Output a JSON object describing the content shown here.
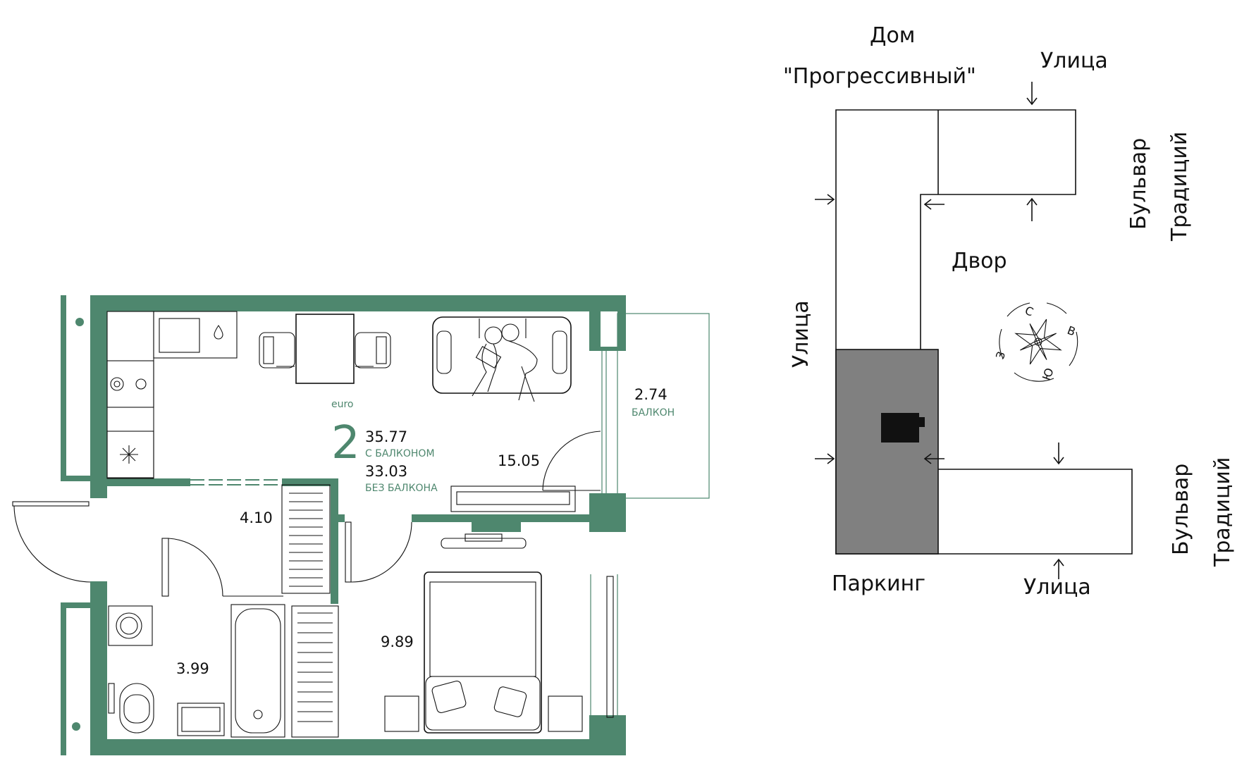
{
  "colors": {
    "wall": "#4e876e",
    "accent_text": "#4e876e",
    "parking": "#808080",
    "line": "#111111"
  },
  "plan": {
    "type_label": "euro",
    "rooms_count": "2",
    "area_with_balcony": "35.77",
    "area_with_balcony_caption": "С БАЛКОНОМ",
    "area_without_balcony": "33.03",
    "area_without_balcony_caption": "БЕЗ БАЛКОНА",
    "rooms": {
      "balcony_area": "2.74",
      "balcony_caption": "БАЛКОН",
      "living_area": "15.05",
      "hall_area": "4.10",
      "bath_area": "3.99",
      "bedroom_area": "9.89"
    }
  },
  "site": {
    "house_name_line1": "Дом",
    "house_name_line2": "\"Прогрессивный\"",
    "street_top": "Улица",
    "street_left": "Улица",
    "street_bottom": "Улица",
    "boulevard_top_1": "Бульвар",
    "boulevard_top_2": "Традиций",
    "boulevard_bottom_1": "Бульвар",
    "boulevard_bottom_2": "Традиций",
    "yard": "Двор",
    "parking": "Паркинг",
    "compass": {
      "n": "С",
      "e": "В",
      "s": "Ю",
      "w": "З"
    }
  }
}
